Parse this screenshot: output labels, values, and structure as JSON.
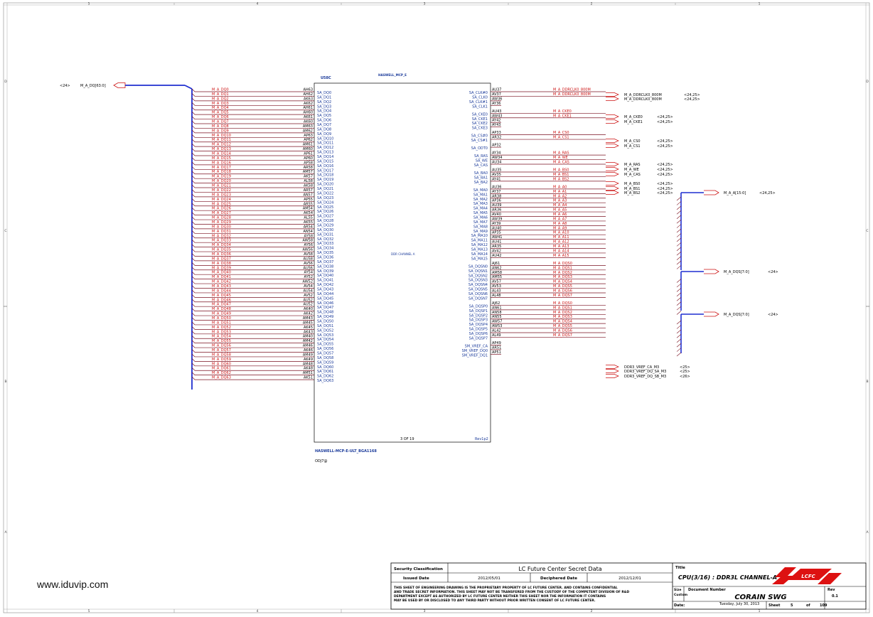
{
  "frame": {
    "cols": [
      "5",
      "4",
      "3",
      "2",
      "1"
    ],
    "rows": [
      "D",
      "C",
      "B",
      "A"
    ]
  },
  "bus_left": {
    "num": "<24>",
    "name": "M_A_DQ[63:0]"
  },
  "chip": {
    "ref": "U58C",
    "family": "HASWELL_MCP_E",
    "section": "DDR CHANNEL A",
    "page": "3 OF 19",
    "rev": "Rev1p2",
    "part": "HASWELL-MCP-E-ULT_BGA1168",
    "code": "ODJ7@"
  },
  "left_rows": [
    {
      "net": "M_A_DQ0",
      "ball": "AH63",
      "pin": "SA_DQ0"
    },
    {
      "net": "M_A_DQ1",
      "ball": "AH62",
      "pin": "SA_DQ1"
    },
    {
      "net": "M_A_DQ2",
      "ball": "AK63",
      "pin": "SA_DQ2"
    },
    {
      "net": "M_A_DQ3",
      "ball": "AK62",
      "pin": "SA_DQ3"
    },
    {
      "net": "M_A_DQ4",
      "ball": "AH61",
      "pin": "SA_DQ4"
    },
    {
      "net": "M_A_DQ5",
      "ball": "AH60",
      "pin": "SA_DQ5"
    },
    {
      "net": "M_A_DQ6",
      "ball": "AK61",
      "pin": "SA_DQ6"
    },
    {
      "net": "M_A_DQ7",
      "ball": "AK60",
      "pin": "SA_DQ7"
    },
    {
      "net": "M_A_DQ8",
      "ball": "AM63",
      "pin": "SA_DQ8"
    },
    {
      "net": "M_A_DQ9",
      "ball": "AM62",
      "pin": "SA_DQ9"
    },
    {
      "net": "M_A_DQ10",
      "ball": "AP63",
      "pin": "SA_DQ10"
    },
    {
      "net": "M_A_DQ11",
      "ball": "AP62",
      "pin": "SA_DQ11"
    },
    {
      "net": "M_A_DQ12",
      "ball": "AM61",
      "pin": "SA_DQ12"
    },
    {
      "net": "M_A_DQ13",
      "ball": "AM60",
      "pin": "SA_DQ13"
    },
    {
      "net": "M_A_DQ14",
      "ball": "AP61",
      "pin": "SA_DQ14"
    },
    {
      "net": "M_A_DQ15",
      "ball": "AP60",
      "pin": "SA_DQ15"
    },
    {
      "net": "M_A_DQ16",
      "ball": "AP58",
      "pin": "SA_DQ16"
    },
    {
      "net": "M_A_DQ17",
      "ball": "AR58",
      "pin": "SA_DQ17"
    },
    {
      "net": "M_A_DQ18",
      "ball": "AM57",
      "pin": "SA_DQ18"
    },
    {
      "net": "M_A_DQ19",
      "ball": "AK57",
      "pin": "SA_DQ19"
    },
    {
      "net": "M_A_DQ20",
      "ball": "AL58",
      "pin": "SA_DQ20"
    },
    {
      "net": "M_A_DQ21",
      "ball": "AK58",
      "pin": "SA_DQ21"
    },
    {
      "net": "M_A_DQ22",
      "ball": "AR57",
      "pin": "SA_DQ22"
    },
    {
      "net": "M_A_DQ23",
      "ball": "AN57",
      "pin": "SA_DQ23"
    },
    {
      "net": "M_A_DQ24",
      "ball": "AP55",
      "pin": "SA_DQ24"
    },
    {
      "net": "M_A_DQ25",
      "ball": "AR55",
      "pin": "SA_DQ25"
    },
    {
      "net": "M_A_DQ26",
      "ball": "AM54",
      "pin": "SA_DQ26"
    },
    {
      "net": "M_A_DQ27",
      "ball": "AK54",
      "pin": "SA_DQ27"
    },
    {
      "net": "M_A_DQ28",
      "ball": "AL55",
      "pin": "SA_DQ28"
    },
    {
      "net": "M_A_DQ29",
      "ball": "AK55",
      "pin": "SA_DQ29"
    },
    {
      "net": "M_A_DQ30",
      "ball": "AR54",
      "pin": "SA_DQ30"
    },
    {
      "net": "M_A_DQ31",
      "ball": "AN54",
      "pin": "SA_DQ31"
    },
    {
      "net": "M_A_DQ32",
      "ball": "AY58",
      "pin": "SA_DQ32"
    },
    {
      "net": "M_A_DQ33",
      "ball": "AW58",
      "pin": "SA_DQ33"
    },
    {
      "net": "M_A_DQ34",
      "ball": "AY56",
      "pin": "SA_DQ34"
    },
    {
      "net": "M_A_DQ35",
      "ball": "AW56",
      "pin": "SA_DQ35"
    },
    {
      "net": "M_A_DQ36",
      "ball": "AV58",
      "pin": "SA_DQ36"
    },
    {
      "net": "M_A_DQ37",
      "ball": "AU58",
      "pin": "SA_DQ37"
    },
    {
      "net": "M_A_DQ38",
      "ball": "AV56",
      "pin": "SA_DQ38"
    },
    {
      "net": "M_A_DQ39",
      "ball": "AU56",
      "pin": "SA_DQ39"
    },
    {
      "net": "M_A_DQ40",
      "ball": "AY54",
      "pin": "SA_DQ40"
    },
    {
      "net": "M_A_DQ41",
      "ball": "AY52",
      "pin": "SA_DQ41"
    },
    {
      "net": "M_A_DQ42",
      "ball": "AW52",
      "pin": "SA_DQ42"
    },
    {
      "net": "M_A_DQ43",
      "ball": "AV54",
      "pin": "SA_DQ43"
    },
    {
      "net": "M_A_DQ44",
      "ball": "AU54",
      "pin": "SA_DQ44"
    },
    {
      "net": "M_A_DQ45",
      "ball": "AV52",
      "pin": "SA_DQ45"
    },
    {
      "net": "M_A_DQ46",
      "ball": "AU52",
      "pin": "SA_DQ46"
    },
    {
      "net": "M_A_DQ47",
      "ball": "AU52",
      "pin": "SA_DQ47"
    },
    {
      "net": "M_A_DQ48",
      "ball": "AK40",
      "pin": "SA_DQ48"
    },
    {
      "net": "M_A_DQ49",
      "ball": "AK42",
      "pin": "SA_DQ49"
    },
    {
      "net": "M_A_DQ50",
      "ball": "AM43",
      "pin": "SA_DQ50"
    },
    {
      "net": "M_A_DQ51",
      "ball": "AM45",
      "pin": "SA_DQ51"
    },
    {
      "net": "M_A_DQ52",
      "ball": "AK45",
      "pin": "SA_DQ52"
    },
    {
      "net": "M_A_DQ53",
      "ball": "AK43",
      "pin": "SA_DQ53"
    },
    {
      "net": "M_A_DQ54",
      "ball": "AM40",
      "pin": "SA_DQ54"
    },
    {
      "net": "M_A_DQ55",
      "ball": "AM42",
      "pin": "SA_DQ55"
    },
    {
      "net": "M_A_DQ56",
      "ball": "AM46",
      "pin": "SA_DQ56"
    },
    {
      "net": "M_A_DQ57",
      "ball": "AK46",
      "pin": "SA_DQ57"
    },
    {
      "net": "M_A_DQ58",
      "ball": "AM49",
      "pin": "SA_DQ58"
    },
    {
      "net": "M_A_DQ59",
      "ball": "AK49",
      "pin": "SA_DQ59"
    },
    {
      "net": "M_A_DQ60",
      "ball": "AM48",
      "pin": "SA_DQ60"
    },
    {
      "net": "M_A_DQ61",
      "ball": "AK48",
      "pin": "SA_DQ61"
    },
    {
      "net": "M_A_DQ62",
      "ball": "AM51",
      "pin": "SA_DQ62"
    },
    {
      "net": "M_A_DQ63",
      "ball": "AK51",
      "pin": "SA_DQ63"
    }
  ],
  "right_groups": [
    {
      "rows": [
        {
          "pin": "SA_CLK#0",
          "ball": "AU37",
          "net": "M_A_DDRCLK0_800M"
        },
        {
          "pin": "SA_CLK0",
          "ball": "AV37",
          "net": "M_A_DDRCLK0_800M"
        },
        {
          "pin": "SA_CLK#1",
          "ball": "AW36",
          "net": ""
        },
        {
          "pin": "SA_CLK1",
          "ball": "AY36",
          "net": ""
        }
      ]
    },
    {
      "rows": [
        {
          "pin": "SA_CKE0",
          "ball": "AU43",
          "net": "M_A_CKE0"
        },
        {
          "pin": "SA_CKE1",
          "ball": "AW43",
          "net": "M_A_CKE1"
        },
        {
          "pin": "SA_CKE2",
          "ball": "AY42",
          "net": ""
        },
        {
          "pin": "SA_CKE3",
          "ball": "AY43",
          "net": ""
        }
      ]
    },
    {
      "rows": [
        {
          "pin": "SA_CS#0",
          "ball": "AP33",
          "net": "M_A_CS0"
        },
        {
          "pin": "SA_CS#1",
          "ball": "AR32",
          "net": "M_A_CS1"
        }
      ]
    },
    {
      "rows": [
        {
          "pin": "SA_ODT0",
          "ball": "AP32",
          "net": ""
        }
      ]
    },
    {
      "rows": [
        {
          "pin": "SA_RAS",
          "ball": "AY34",
          "net": "M_A_RAS"
        },
        {
          "pin": "SA_WE",
          "ball": "AW34",
          "net": "M_A_WE"
        },
        {
          "pin": "SA_CAS",
          "ball": "AU34",
          "net": "M_A_CAS"
        }
      ]
    },
    {
      "rows": [
        {
          "pin": "SA_BA0",
          "ball": "AU35",
          "net": "M_A_BS0"
        },
        {
          "pin": "SA_BA1",
          "ball": "AV35",
          "net": "M_A_BS1"
        },
        {
          "pin": "SA_BA2",
          "ball": "AY41",
          "net": "M_A_BS2"
        }
      ]
    },
    {
      "rows": [
        {
          "pin": "SA_MA0",
          "ball": "AU36",
          "net": "M_A_A0"
        },
        {
          "pin": "SA_MA1",
          "ball": "AY37",
          "net": "M_A_A1"
        },
        {
          "pin": "SA_MA2",
          "ball": "AR38",
          "net": "M_A_A2"
        },
        {
          "pin": "SA_MA3",
          "ball": "AP36",
          "net": "M_A_A3"
        },
        {
          "pin": "SA_MA4",
          "ball": "AU39",
          "net": "M_A_A4"
        },
        {
          "pin": "SA_MA5",
          "ball": "AR36",
          "net": "M_A_A5"
        },
        {
          "pin": "SA_MA6",
          "ball": "AV40",
          "net": "M_A_A6"
        },
        {
          "pin": "SA_MA7",
          "ball": "AW39",
          "net": "M_A_A7"
        },
        {
          "pin": "SA_MA8",
          "ball": "AY39",
          "net": "M_A_A8"
        },
        {
          "pin": "SA_MA9",
          "ball": "AU40",
          "net": "M_A_A9"
        },
        {
          "pin": "SA_MA10",
          "ball": "AP35",
          "net": "M_A_A10"
        },
        {
          "pin": "SA_MA11",
          "ball": "AW41",
          "net": "M_A_A11"
        },
        {
          "pin": "SA_MA12",
          "ball": "AU41",
          "net": "M_A_A12"
        },
        {
          "pin": "SA_MA13",
          "ball": "AR35",
          "net": "M_A_A13"
        },
        {
          "pin": "SA_MA14",
          "ball": "AV42",
          "net": "M_A_A14"
        },
        {
          "pin": "SA_MA15",
          "ball": "AU42",
          "net": "M_A_A15"
        }
      ]
    },
    {
      "rows": [
        {
          "pin": "SA_DQSN0",
          "ball": "AJ61",
          "net": "M_A_DQS0"
        },
        {
          "pin": "SA_DQSN1",
          "ball": "AN62",
          "net": "M_A_DQS1"
        },
        {
          "pin": "SA_DQSN2",
          "ball": "AM58",
          "net": "M_A_DQS2"
        },
        {
          "pin": "SA_DQSN3",
          "ball": "AM55",
          "net": "M_A_DQS3"
        },
        {
          "pin": "SA_DQSN4",
          "ball": "AV57",
          "net": "M_A_DQS4"
        },
        {
          "pin": "SA_DQSN5",
          "ball": "AV53",
          "net": "M_A_DQS5"
        },
        {
          "pin": "SA_DQSN6",
          "ball": "AL43",
          "net": "M_A_DQS6"
        },
        {
          "pin": "SA_DQSN7",
          "ball": "AL48",
          "net": "M_A_DQS7"
        }
      ]
    },
    {
      "rows": [
        {
          "pin": "SA_DQSP0",
          "ball": "AJ62",
          "net": "M_A_DQS0"
        },
        {
          "pin": "SA_DQSP1",
          "ball": "AN61",
          "net": "M_A_DQS1"
        },
        {
          "pin": "SA_DQSP2",
          "ball": "AN58",
          "net": "M_A_DQS2"
        },
        {
          "pin": "SA_DQSP3",
          "ball": "AN55",
          "net": "M_A_DQS3"
        },
        {
          "pin": "SA_DQSP4",
          "ball": "AW57",
          "net": "M_A_DQS4"
        },
        {
          "pin": "SA_DQSP5",
          "ball": "AW53",
          "net": "M_A_DQS5"
        },
        {
          "pin": "SA_DQSP6",
          "ball": "AL42",
          "net": "M_A_DQS6"
        },
        {
          "pin": "SA_DQSP7",
          "ball": "AL49",
          "net": "M_A_DQS7"
        }
      ]
    },
    {
      "rows": [
        {
          "pin": "SM_VREF_CA",
          "ball": "AP49",
          "net": ""
        },
        {
          "pin": "SM_VREF_DQ0",
          "ball": "AR51",
          "net": ""
        },
        {
          "pin": "SM_VREF_DQ1",
          "ball": "AP51",
          "net": ""
        }
      ]
    }
  ],
  "offpage": [
    {
      "name": "M_A_DDRCLK0_800M",
      "ref": "<24,25>"
    },
    {
      "name": "M_A_DDRCLK0_800M",
      "ref": "<24,25>"
    },
    {
      "name": "M_A_CKE0",
      "ref": "<24,25>"
    },
    {
      "name": "M_A_CKE1",
      "ref": "<24,25>"
    },
    {
      "name": "M_A_CS0",
      "ref": "<24,25>"
    },
    {
      "name": "M_A_CS1",
      "ref": "<24,25>"
    },
    {
      "name": "M_A_RAS",
      "ref": "<24,25>"
    },
    {
      "name": "M_A_WE",
      "ref": "<24,25>"
    },
    {
      "name": "M_A_CAS",
      "ref": "<24,25>"
    },
    {
      "name": "M_A_BS0",
      "ref": "<24,25>"
    },
    {
      "name": "M_A_BS1",
      "ref": "<24,25>"
    },
    {
      "name": "M_A_BS2",
      "ref": "<24,25>"
    },
    {
      "name": "DDR3_VREF_CA_M3",
      "ref": "<25>"
    },
    {
      "name": "DDR3_VREF_DQ_SA_M3",
      "ref": "<25>"
    },
    {
      "name": "DDR3_VREF_DQ_SB_M3",
      "ref": "<26>"
    }
  ],
  "buses_right": [
    {
      "name": "M_A_A[15:0]",
      "ref": "<24,25>"
    },
    {
      "name": "M_A_DQS[7:0]",
      "ref": "<24>"
    },
    {
      "name": "M_A_DQS[7:0]",
      "ref": "<24>"
    }
  ],
  "title_block": {
    "security_label": "Security Classification",
    "secret": "LC Future Center Secret Data",
    "issued_label": "Issued Date",
    "issued": "2012/05/01",
    "deciphered_label": "Deciphered Date",
    "deciphered": "2012/12/01",
    "notice1": "THIS SHEET OF ENGINEERING DRAWING IS THE PROPRIETARY PROPERTY OF LC FUTURE CENTER. AND CONTAINS CONFIDENTIAL",
    "notice2": "AND TRADE SECRET INFORMATION. THIS SHEET MAY NOT BE TRANSFERED FROM THE CUSTODY OF THE COMPETENT DIVISION OF R&D",
    "notice3": "DEPARTMENT EXCEPT AS AUTHORIZED BY LC FUTURE CENTER NEITHER THIS SHEET NOR THE INFORMATION IT CONTAINS",
    "notice4": "MAY BE USED BY OR DISCLOSED TO ANY THIRD PARTY WITHOUT PRIOR WRITTEN CONSENT OF LC FUTURE CENTER.",
    "title_label": "Title",
    "title": "CPU(3/16) : DDR3L CHANNEL-A",
    "logo": "LCFC",
    "size_label": "Size",
    "custom": "Custom",
    "docnum_label": "Document Number",
    "docnum": "CORAIN SWG",
    "rev_label": "Rev",
    "rev": "0.1",
    "date_label": "Date:",
    "date": "Tuesday, July 30, 2013",
    "sheet_label": "Sheet",
    "sheet": "5",
    "of_label": "of",
    "total": "109"
  },
  "watermark": "www.iduvip.com",
  "colors": {
    "net": "#cc1111",
    "pin": "#1a3a9a",
    "wire": "#7a1020",
    "bus": "#1f2fd0"
  }
}
